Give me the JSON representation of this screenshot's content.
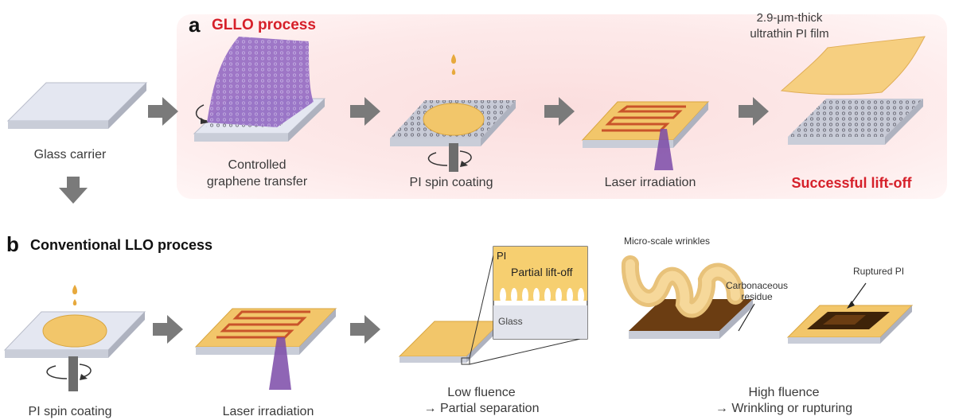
{
  "colors": {
    "accent_red": "#d6202a",
    "pink_band": "#fbe3e3",
    "pi_yellow": "#f2c66a",
    "laser_purple": "#7b4aa8",
    "arrow_gray": "#7a7a7a",
    "carbon_brown": "#6b3d12"
  },
  "panel_a": {
    "letter": "a",
    "title": "GLLO process",
    "glass_carrier": "Glass carrier",
    "graphene_line1": "Controlled",
    "graphene_line2": "graphene transfer",
    "spin_coating": "PI spin coating",
    "laser": "Laser irradiation",
    "film_line1": "2.9-μm-thick",
    "film_line2": "ultrathin PI film",
    "success": "Successful lift-off"
  },
  "panel_b": {
    "letter": "b",
    "title": "Conventional LLO process",
    "spin_coating": "PI spin coating",
    "laser": "Laser irradiation",
    "inset_pi": "PI",
    "inset_partial": "Partial lift-off",
    "inset_glass": "Glass",
    "low_line1": "Low fluence",
    "low_line2": "→ Partial separation",
    "wrinkles": "Micro-scale wrinkles",
    "residue_line1": "Carbonaceous",
    "residue_line2": "residue",
    "ruptured": "Ruptured PI",
    "high_line1": "High fluence",
    "high_line2": "→ Wrinkling or rupturing"
  },
  "icons": [
    "process-arrow-icon",
    "rotation-arrow-icon",
    "pi-droplet-icon",
    "laser-beam-icon"
  ]
}
